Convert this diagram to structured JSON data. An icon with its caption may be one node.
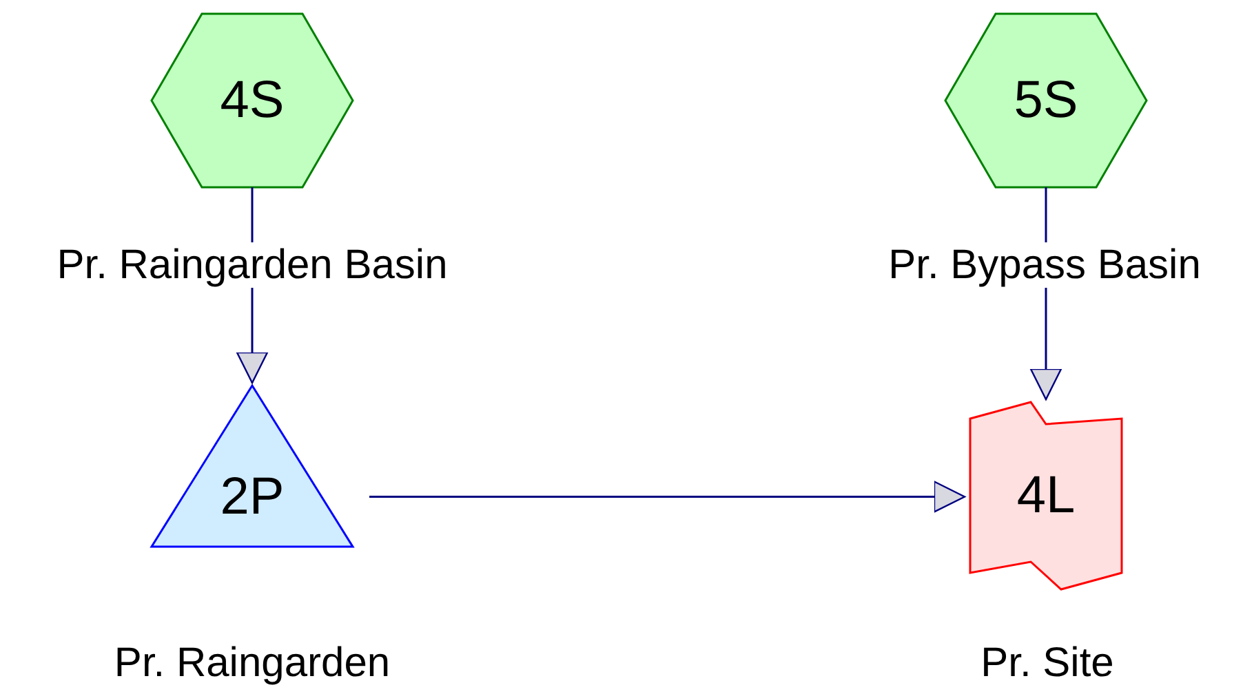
{
  "diagram": {
    "nodes": [
      {
        "text": [
          "4S"
        ],
        "beside": [
          "Pr. Raingarden Basin"
        ]
      },
      {
        "text": [
          "5S"
        ],
        "beside": [
          "Pr. Bypass Basin"
        ]
      },
      {
        "text": [
          "2P"
        ],
        "beside": [
          "Pr. Raingarden"
        ]
      },
      {
        "text": [
          "4L"
        ],
        "beside": [
          "Pr. Site"
        ]
      }
    ],
    "edges": [
      {
        "from": 0,
        "to": 2,
        "arrow": "to"
      },
      {
        "from": 1,
        "to": 3,
        "arrow": "to"
      },
      {
        "from": 2,
        "to": 3,
        "arrow": "to"
      }
    ]
  }
}
